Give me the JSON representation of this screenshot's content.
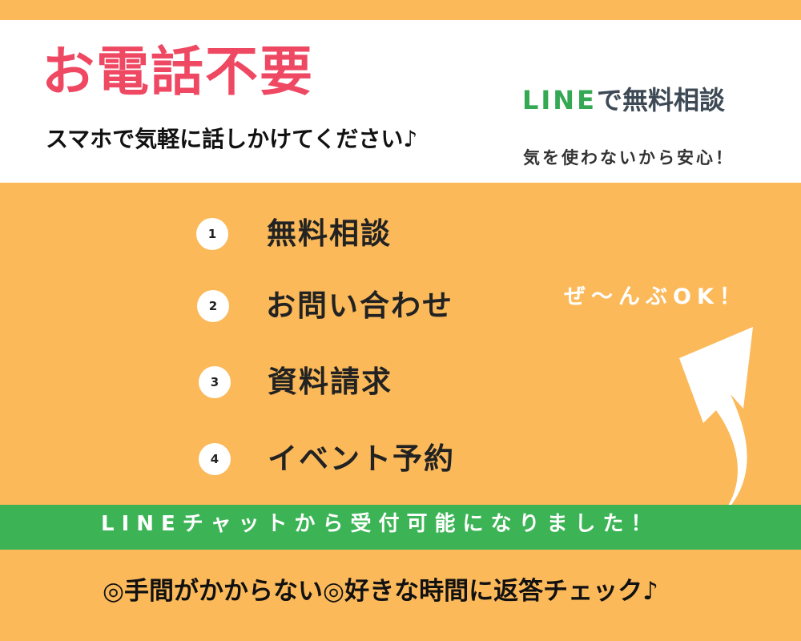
{
  "header": {
    "title": "お電話不要",
    "subtitle": "スマホで気軽に話しかけてください♪",
    "line_heading_brand": "LINE",
    "line_heading_rest": "で無料相談",
    "line_subtext": "気を使わないから安心！"
  },
  "menu": {
    "items": [
      {
        "number": "1",
        "label": "無料相談"
      },
      {
        "number": "2",
        "label": "お問い合わせ"
      },
      {
        "number": "3",
        "label": "資料請求"
      },
      {
        "number": "4",
        "label": "イベント予約"
      }
    ]
  },
  "callout": {
    "text": "ぜ〜んぶOK！",
    "icon": "curved-arrow-icon"
  },
  "banner": {
    "text": "LINEチャットから受付可能になりました！"
  },
  "footer": {
    "text": "◎手間がかからない◎好きな時間に返答チェック♪"
  },
  "colors": {
    "background": "#fbb95a",
    "title": "#ef4862",
    "line_green": "#3cb455",
    "white": "#ffffff"
  }
}
